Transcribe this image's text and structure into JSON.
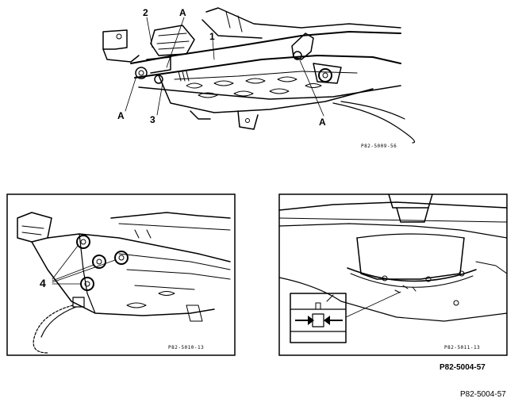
{
  "figure_top": {
    "callouts": {
      "c1": "1",
      "c2": "2",
      "c3": "3",
      "a_top": "A",
      "a_left": "A",
      "a_right": "A"
    },
    "code": "P82-5009-56"
  },
  "figure_left": {
    "callouts": {
      "c4": "4"
    },
    "code": "P82-5010-13"
  },
  "figure_right": {
    "code": "P82-5011-13"
  },
  "figure_label": "P82-5004-57",
  "page_code": "P82-5004-57",
  "colors": {
    "ink": "#000000",
    "paper": "#ffffff",
    "shade": "#e6e6e6"
  }
}
